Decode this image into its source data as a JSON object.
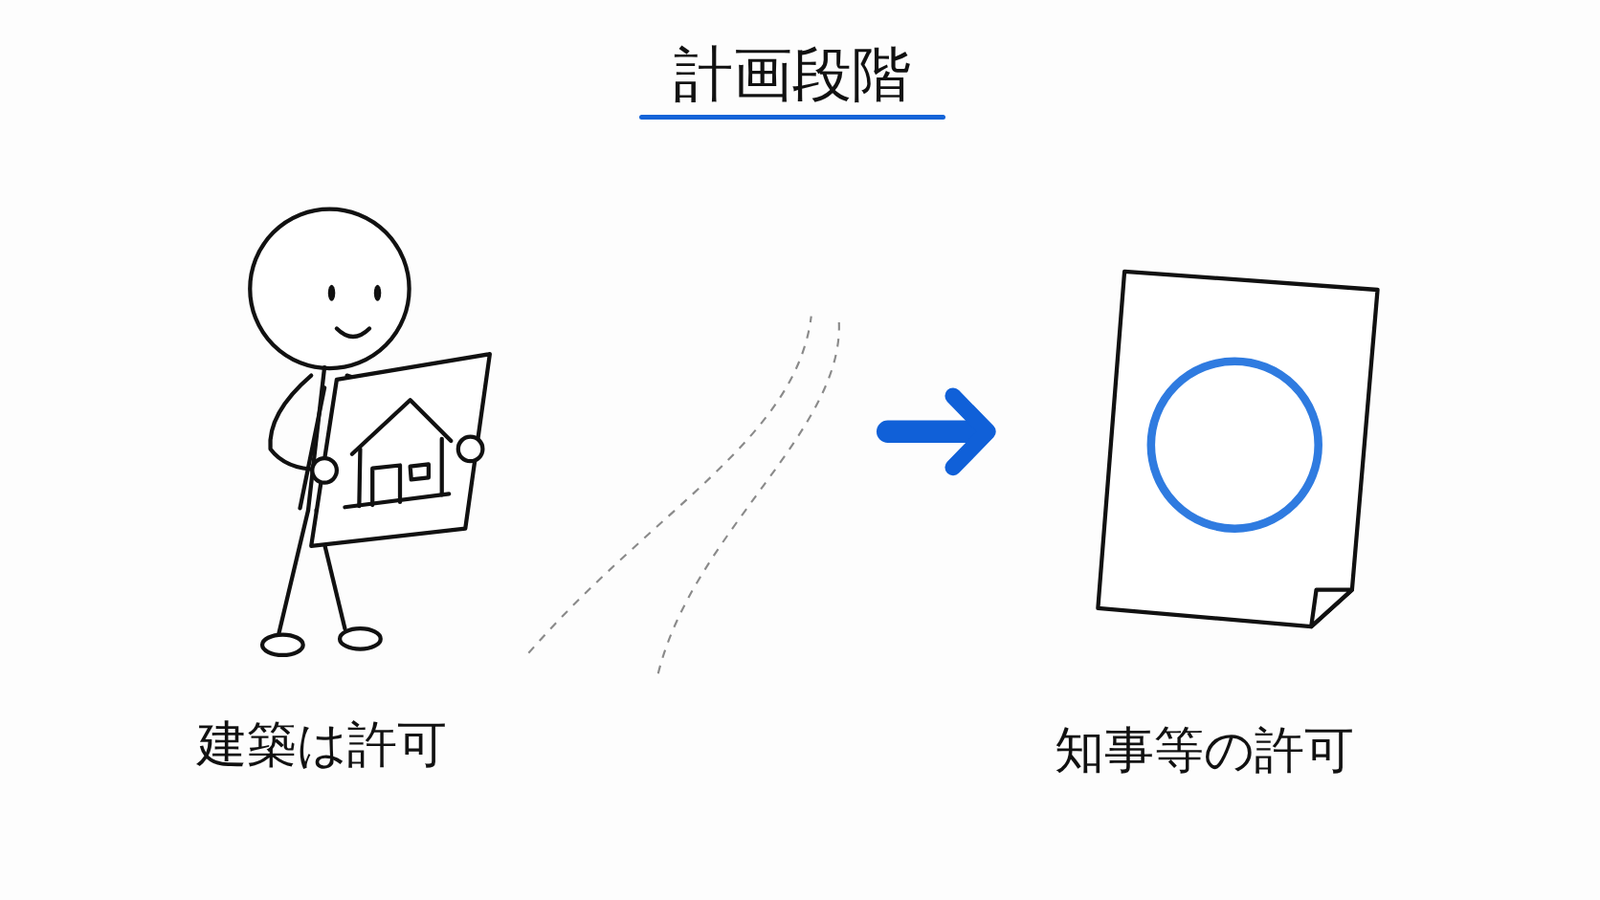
{
  "diagram": {
    "title": "計画段階",
    "labels": [
      "建築は許可",
      "知事等の許可"
    ]
  }
}
